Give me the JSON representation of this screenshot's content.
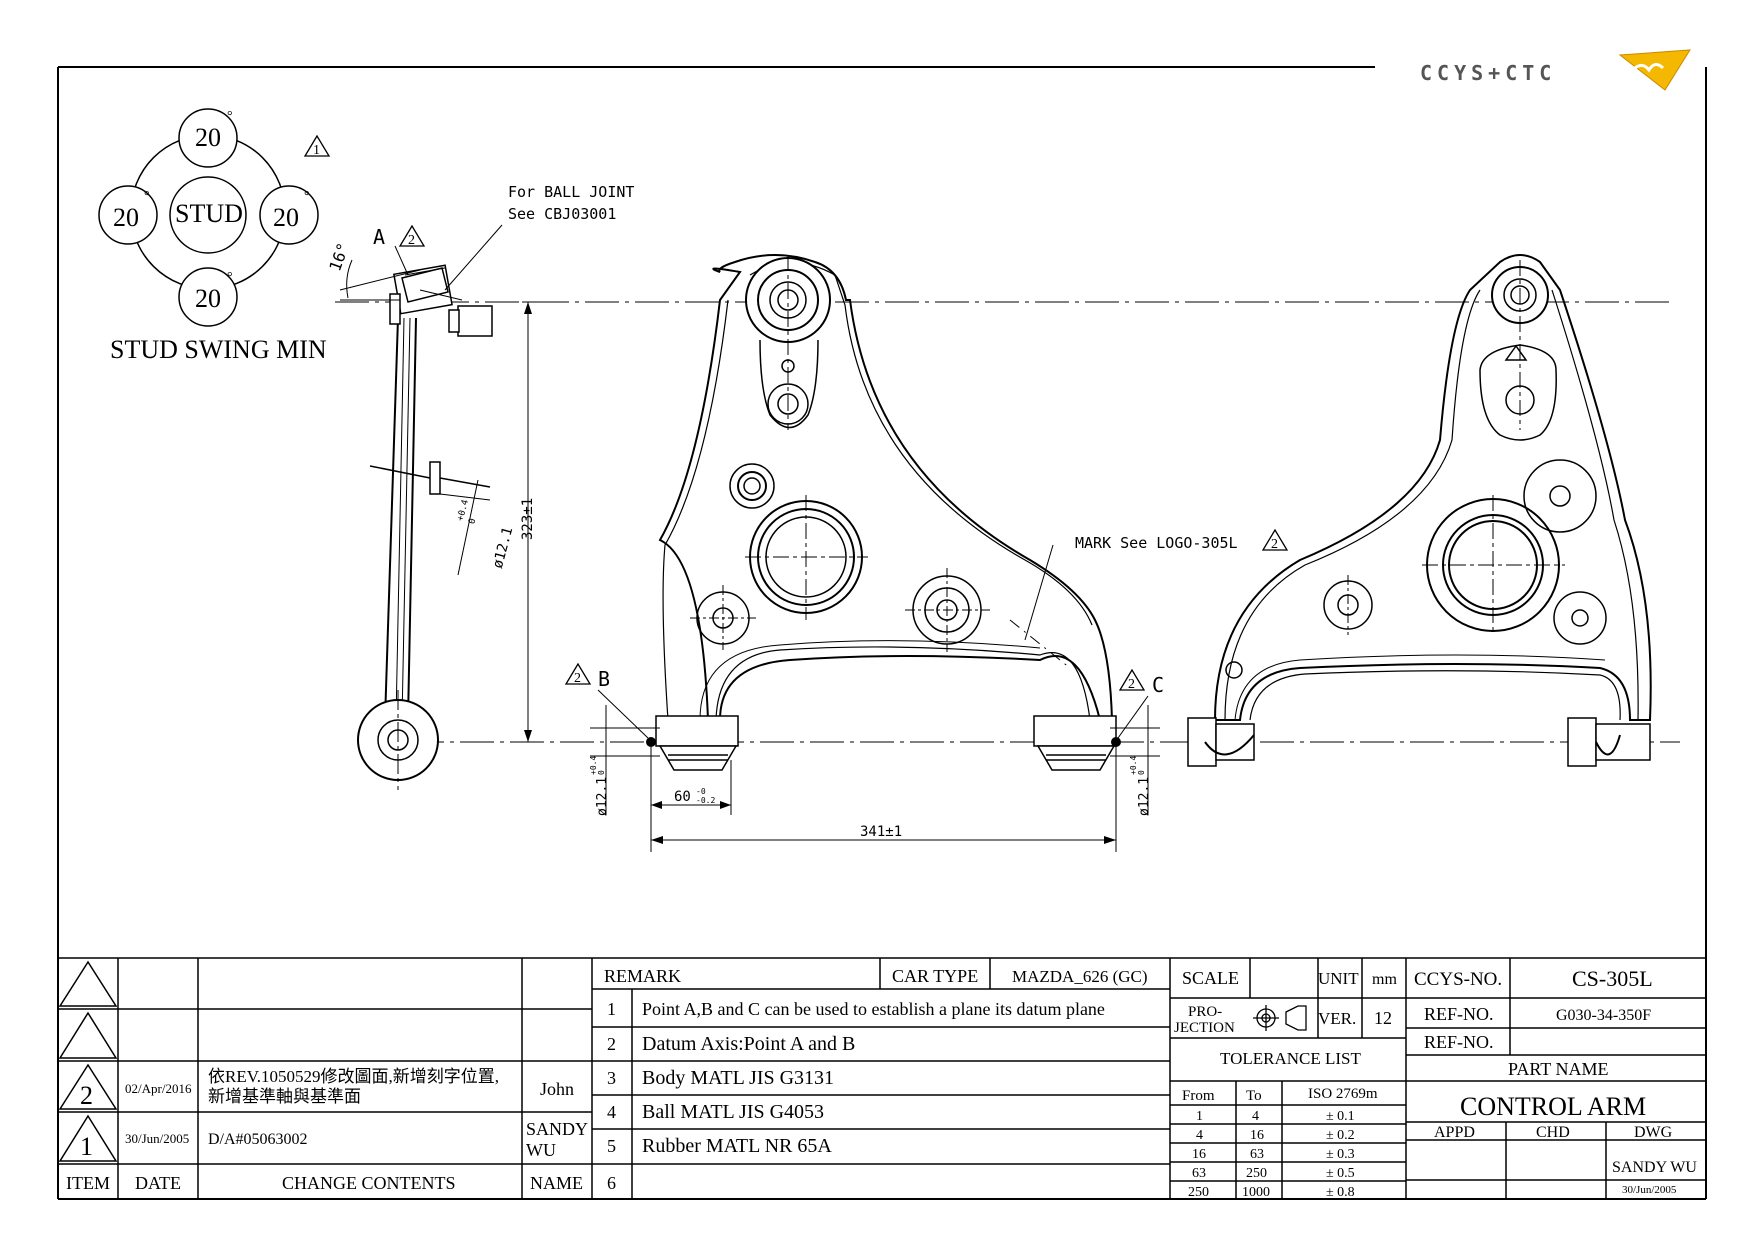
{
  "logo": {
    "text": "CCYS+CTC"
  },
  "stud_swing": {
    "top": "20",
    "left": "20",
    "right": "20",
    "bottom": "20",
    "center": "STUD",
    "degree": "°",
    "caption": "STUD SWING MIN",
    "rev_mark": "1"
  },
  "side_view": {
    "angle": "16°",
    "point_a": "A",
    "rev_a": "2",
    "ball_joint_line1": "For BALL JOINT",
    "ball_joint_line2": "See CBJ03001",
    "dia_side": "ø12.1",
    "tol_side_upper": "+0.4",
    "tol_side_lower": "0"
  },
  "front_view": {
    "height_dim": "323±1",
    "width_dim": "341±1",
    "bush_width": "60",
    "bush_tol_upper": "-0",
    "bush_tol_lower": "-0.2",
    "dia_left": "ø12.1",
    "dia_right": "ø12.1",
    "dia_tol_upper": "+0.4",
    "dia_tol_lower": "0",
    "point_b": "B",
    "point_c": "C",
    "rev_b": "2",
    "rev_c": "2",
    "mark_note": "MARK See LOGO-305L",
    "rev_mark": "2"
  },
  "revisions": {
    "rows": [
      {
        "mark": "",
        "date": "",
        "contents": "",
        "name": ""
      },
      {
        "mark": "",
        "date": "",
        "contents": "",
        "name": ""
      },
      {
        "mark": "2",
        "date": "02/Apr/2016",
        "contents_line1": "依REV.1050529修改圖面,新增刻字位置,",
        "contents_line2": "新增基準軸與基準面",
        "name": "John"
      },
      {
        "mark": "1",
        "date": "30/Jun/2005",
        "contents_line1": "D/A#05063002",
        "contents_line2": "",
        "name_line1": "SANDY",
        "name_line2": "WU"
      }
    ],
    "headers": {
      "item": "ITEM",
      "date": "DATE",
      "contents": "CHANGE CONTENTS",
      "name": "NAME"
    }
  },
  "remarks": {
    "header": "REMARK",
    "car_type_label": "CAR TYPE",
    "car_type": "MAZDA_626 (GC)",
    "items": [
      {
        "no": "1",
        "text": "Point A,B and C can be used to establish a plane its datum plane"
      },
      {
        "no": "2",
        "text": "Datum Axis:Point A and B"
      },
      {
        "no": "3",
        "text": "Body MATL JIS G3131"
      },
      {
        "no": "4",
        "text": "Ball MATL JIS G4053"
      },
      {
        "no": "5",
        "text": "Rubber MATL NR 65A"
      },
      {
        "no": "6",
        "text": ""
      }
    ]
  },
  "spec": {
    "scale_label": "SCALE",
    "scale_value": "",
    "unit_label": "UNIT",
    "unit_value": "mm",
    "projection_line1": "PRO-",
    "projection_line2": "JECTION",
    "ver_label": "VER.",
    "ver_value": "12",
    "tolerance_title": "TOLERANCE LIST",
    "tol_headers": {
      "from": "From",
      "to": "To",
      "iso": "ISO 2769m"
    },
    "tolerances": [
      {
        "from": "1",
        "to": "4",
        "tol": "± 0.1"
      },
      {
        "from": "4",
        "to": "16",
        "tol": "± 0.2"
      },
      {
        "from": "16",
        "to": "63",
        "tol": "± 0.3"
      },
      {
        "from": "63",
        "to": "250",
        "tol": "± 0.5"
      },
      {
        "from": "250",
        "to": "1000",
        "tol": "± 0.8"
      }
    ]
  },
  "title_block": {
    "ccys_label": "CCYS-NO.",
    "ccys_value": "CS-305L",
    "ref1_label": "REF-NO.",
    "ref1_value": "G030-34-350F",
    "ref2_label": "REF-NO.",
    "ref2_value": "",
    "part_name_label": "PART NAME",
    "part_name": "CONTROL ARM",
    "appd": "APPD",
    "chd": "CHD",
    "dwg": "DWG",
    "drawn_by": "SANDY WU",
    "drawn_date": "30/Jun/2005"
  }
}
